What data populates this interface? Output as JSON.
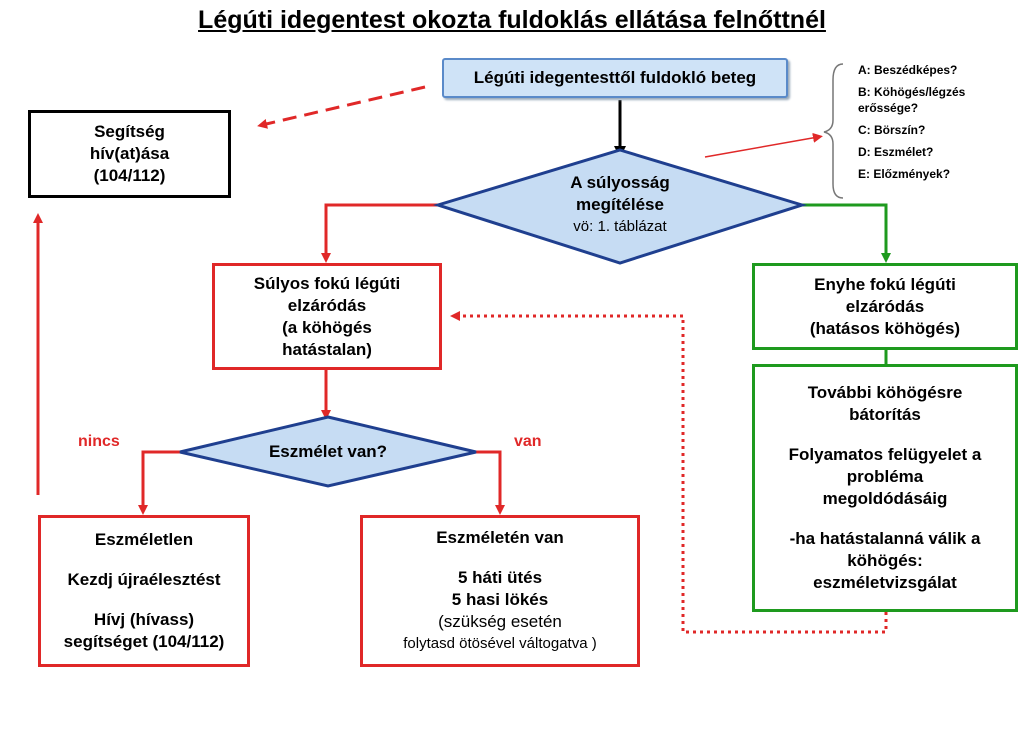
{
  "title": "Légúti idegentest okozta fuldoklás ellátása felnőttnél",
  "start": "Légúti idegentesttől fuldokló beteg",
  "call_help": [
    "Segítség",
    "hív(at)ása",
    "(104/112)"
  ],
  "severity": {
    "line1": "A súlyosság",
    "line2": "megítélése",
    "line3": "vö: 1. táblázat"
  },
  "questions": [
    "A: Beszédképes?",
    "B: Köhögés/légzés erőssége?",
    "C: Börszín?",
    "D: Eszmélet?",
    "E: Előzmények?"
  ],
  "severe": [
    "Súlyos fokú légúti",
    "elzáródás",
    "(a köhögés",
    "hatástalan)"
  ],
  "mild": [
    "Enyhe fokú légúti",
    "elzáródás",
    "(hatásos köhögés)"
  ],
  "conscious_q": "Eszmélet van?",
  "label_no": "nincs",
  "label_yes": "van",
  "unconscious": {
    "l1": "Eszméletlen",
    "l2": "Kezdj újraélesztést",
    "l3": "Hívj (hívass)",
    "l4": "segítséget (104/112)"
  },
  "conscious": {
    "l1": "Eszméletén van",
    "l2": "5 háti ütés",
    "l3": "5 hasi lökés",
    "l4": "(szükség esetén",
    "l5": "folytasd ötösével váltogatva )"
  },
  "mild_care": {
    "l1": "További köhögésre",
    "l2": "bátorítás",
    "l3": "Folyamatos felügyelet a",
    "l4": "probléma",
    "l5": "megoldódásáig",
    "l6": "-ha hatástalanná válik a",
    "l7": "köhögés:",
    "l8": "eszméletvizsgálat"
  },
  "colors": {
    "red": "#e02828",
    "green": "#1e9a1e",
    "blue_fill": "#c6dcf3",
    "blue_stroke": "#1f3f8f",
    "start_fill": "#cfe3f7"
  }
}
